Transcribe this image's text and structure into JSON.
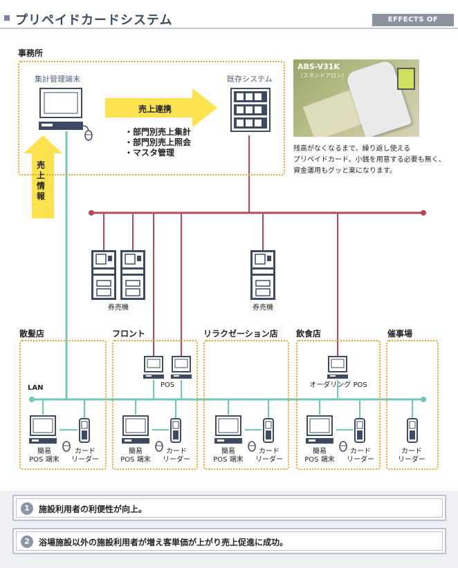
{
  "header": {
    "title": "プリペイドカードシステム",
    "badge": "EFFECTS OF RESULT"
  },
  "office": {
    "label": "事務所",
    "terminal_label": "集計管理端末",
    "system_label": "既存システム",
    "arrow_right_label": "売上連携",
    "arrow_up_label": "売上情報",
    "features": [
      "・部門別売上集計",
      "・部門別売上照会",
      "・マスタ管理"
    ]
  },
  "photo": {
    "model": "ABS-V31K",
    "sub": "（スタンドアロン）"
  },
  "description": [
    "残高がなくなるまで、繰り返し使える",
    "プリペイドカード。小銭を用意する必要も無く、",
    "資金運用もグッと楽になります。"
  ],
  "ticket_machine_label": "券売機",
  "lan_label": "LAN",
  "stores": [
    {
      "name": "散髪店"
    },
    {
      "name": "フロント",
      "pos_label": "POS"
    },
    {
      "name": "リラクゼーション店"
    },
    {
      "name": "飲食店",
      "pos_label": "オーダリング POS"
    },
    {
      "name": "催事場"
    }
  ],
  "devices": {
    "simple_pos_1": "簡易",
    "simple_pos_2": "POS 端末",
    "card_reader_1": "カード",
    "card_reader_2": "リーダー"
  },
  "results": [
    {
      "num": "1",
      "text": "施設利用者の利便性が向上。"
    },
    {
      "num": "2",
      "text": "浴場施設以外の施設利用者が増え客単価が上がり売上促進に成功。"
    }
  ],
  "colors": {
    "accent_blue": "#3c4a64",
    "dash_orange": "#e8a224",
    "arrow_yellow": "#fde24f",
    "lan_teal": "#6fc8b8",
    "network_red": "#b24a5c"
  }
}
